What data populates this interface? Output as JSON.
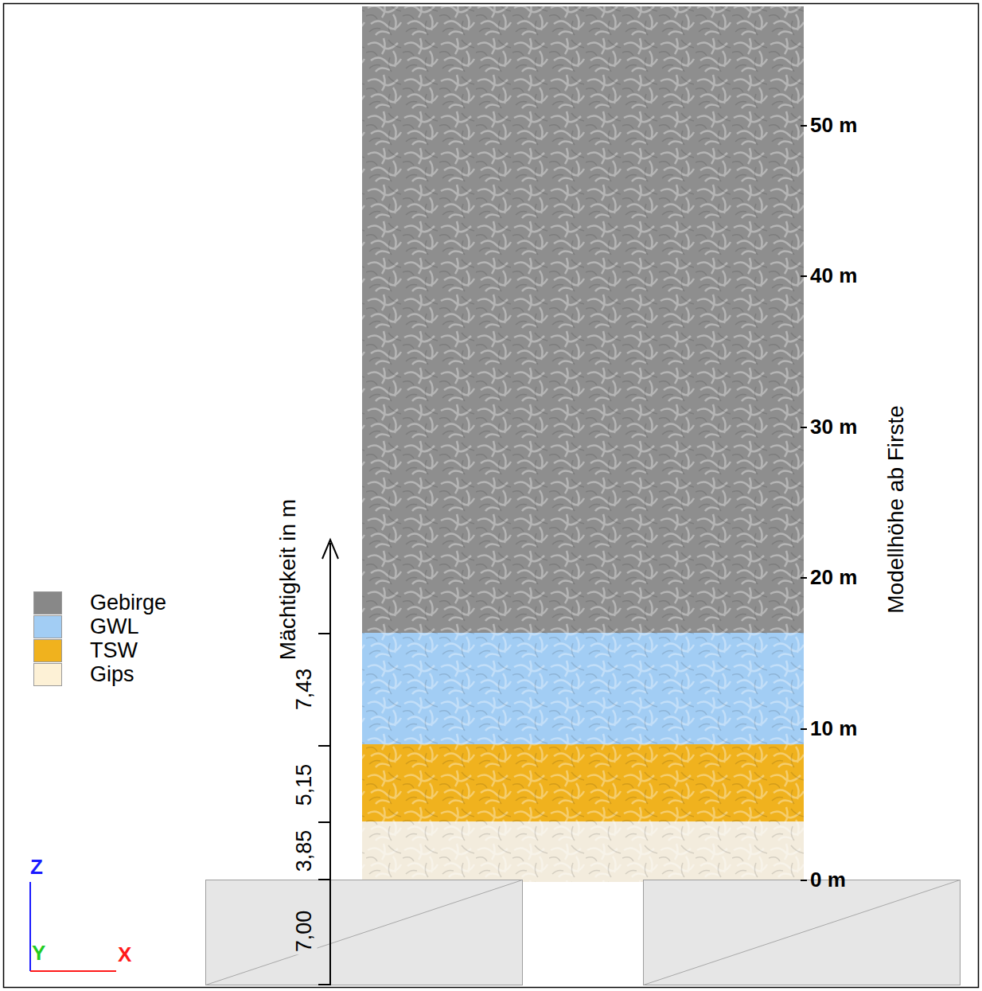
{
  "diagram": {
    "labels": [
      "50 m",
      "40 m",
      "30 m",
      "20 m",
      "10 m",
      "0 m",
      "Modellhöhe ab Firste",
      "Mächtigkeit in m",
      "7,43",
      "5,15",
      "3,85",
      "7,00",
      "Z",
      "Y",
      "X"
    ],
    "legend": [
      {
        "text": "Gebirge",
        "color": "#888888"
      },
      {
        "text": "GWL",
        "color": "#a2cdf4"
      },
      {
        "text": "TSW",
        "color": "#f0b21e"
      },
      {
        "text": "Gips",
        "color": "#fdf1d6"
      }
    ]
  }
}
